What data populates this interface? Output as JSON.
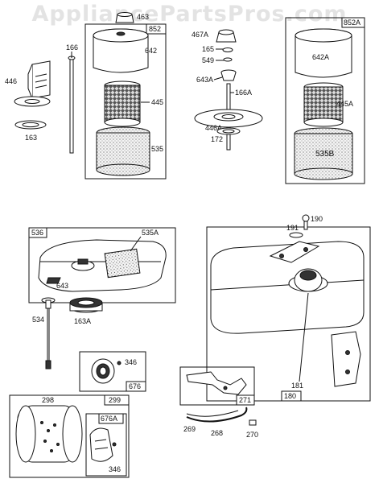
{
  "watermark": "AppliancePartsPros.com",
  "boxes": {
    "b852": "852",
    "b852A": "852A",
    "b536": "536",
    "b180": "180",
    "b676": "676",
    "b271": "271",
    "b299": "299",
    "b676A": "676A"
  },
  "labels": {
    "p463": "463",
    "p642": "642",
    "p166": "166",
    "p446": "446",
    "p445": "445",
    "p163": "163",
    "p535": "535",
    "p467A": "467A",
    "p165": "165",
    "p549": "549",
    "p643A": "643A",
    "p166A": "166A",
    "p446A": "446A",
    "p172": "172",
    "p642A": "642A",
    "p445A": "445A",
    "p535B": "535B",
    "p535A": "535A",
    "p643": "643",
    "p534": "534",
    "p163A": "163A",
    "p191": "191",
    "p190": "190",
    "p181": "181",
    "p346a": "346",
    "p298": "298",
    "p346b": "346",
    "p269": "269",
    "p268": "268",
    "p270": "270"
  }
}
